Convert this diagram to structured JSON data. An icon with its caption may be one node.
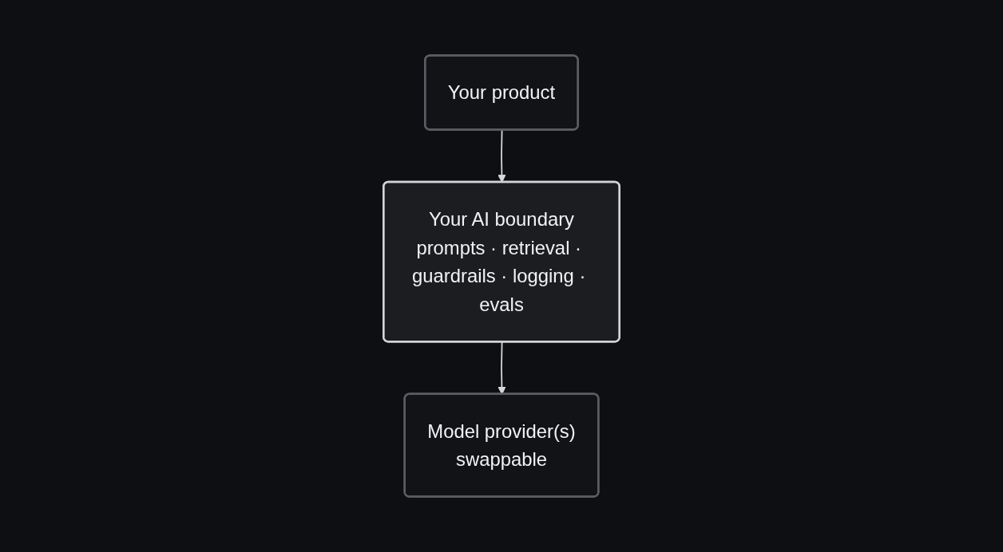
{
  "diagram": {
    "nodes": [
      {
        "text": [
          "Your product"
        ]
      },
      {
        "text": [
          "Your AI boundary",
          "prompts · retrieval · guardrails · logging · evals"
        ]
      },
      {
        "text": [
          "Model provider(s)",
          "swappable"
        ]
      }
    ],
    "edges": [
      {
        "from": 0,
        "to": 1,
        "arrow": "to"
      },
      {
        "from": 1,
        "to": 2,
        "arrow": "to"
      }
    ]
  }
}
